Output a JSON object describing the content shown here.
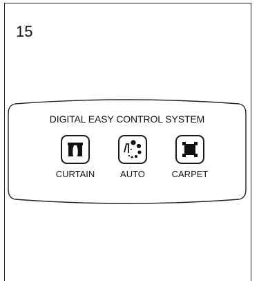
{
  "page": {
    "number": "15"
  },
  "panel": {
    "title": "DIGITAL EASY CONTROL SYSTEM",
    "buttons": [
      {
        "label": "CURTAIN",
        "icon": "curtain-icon"
      },
      {
        "label": "AUTO",
        "icon": "auto-dots-icon"
      },
      {
        "label": "CARPET",
        "icon": "carpet-icon"
      }
    ]
  }
}
